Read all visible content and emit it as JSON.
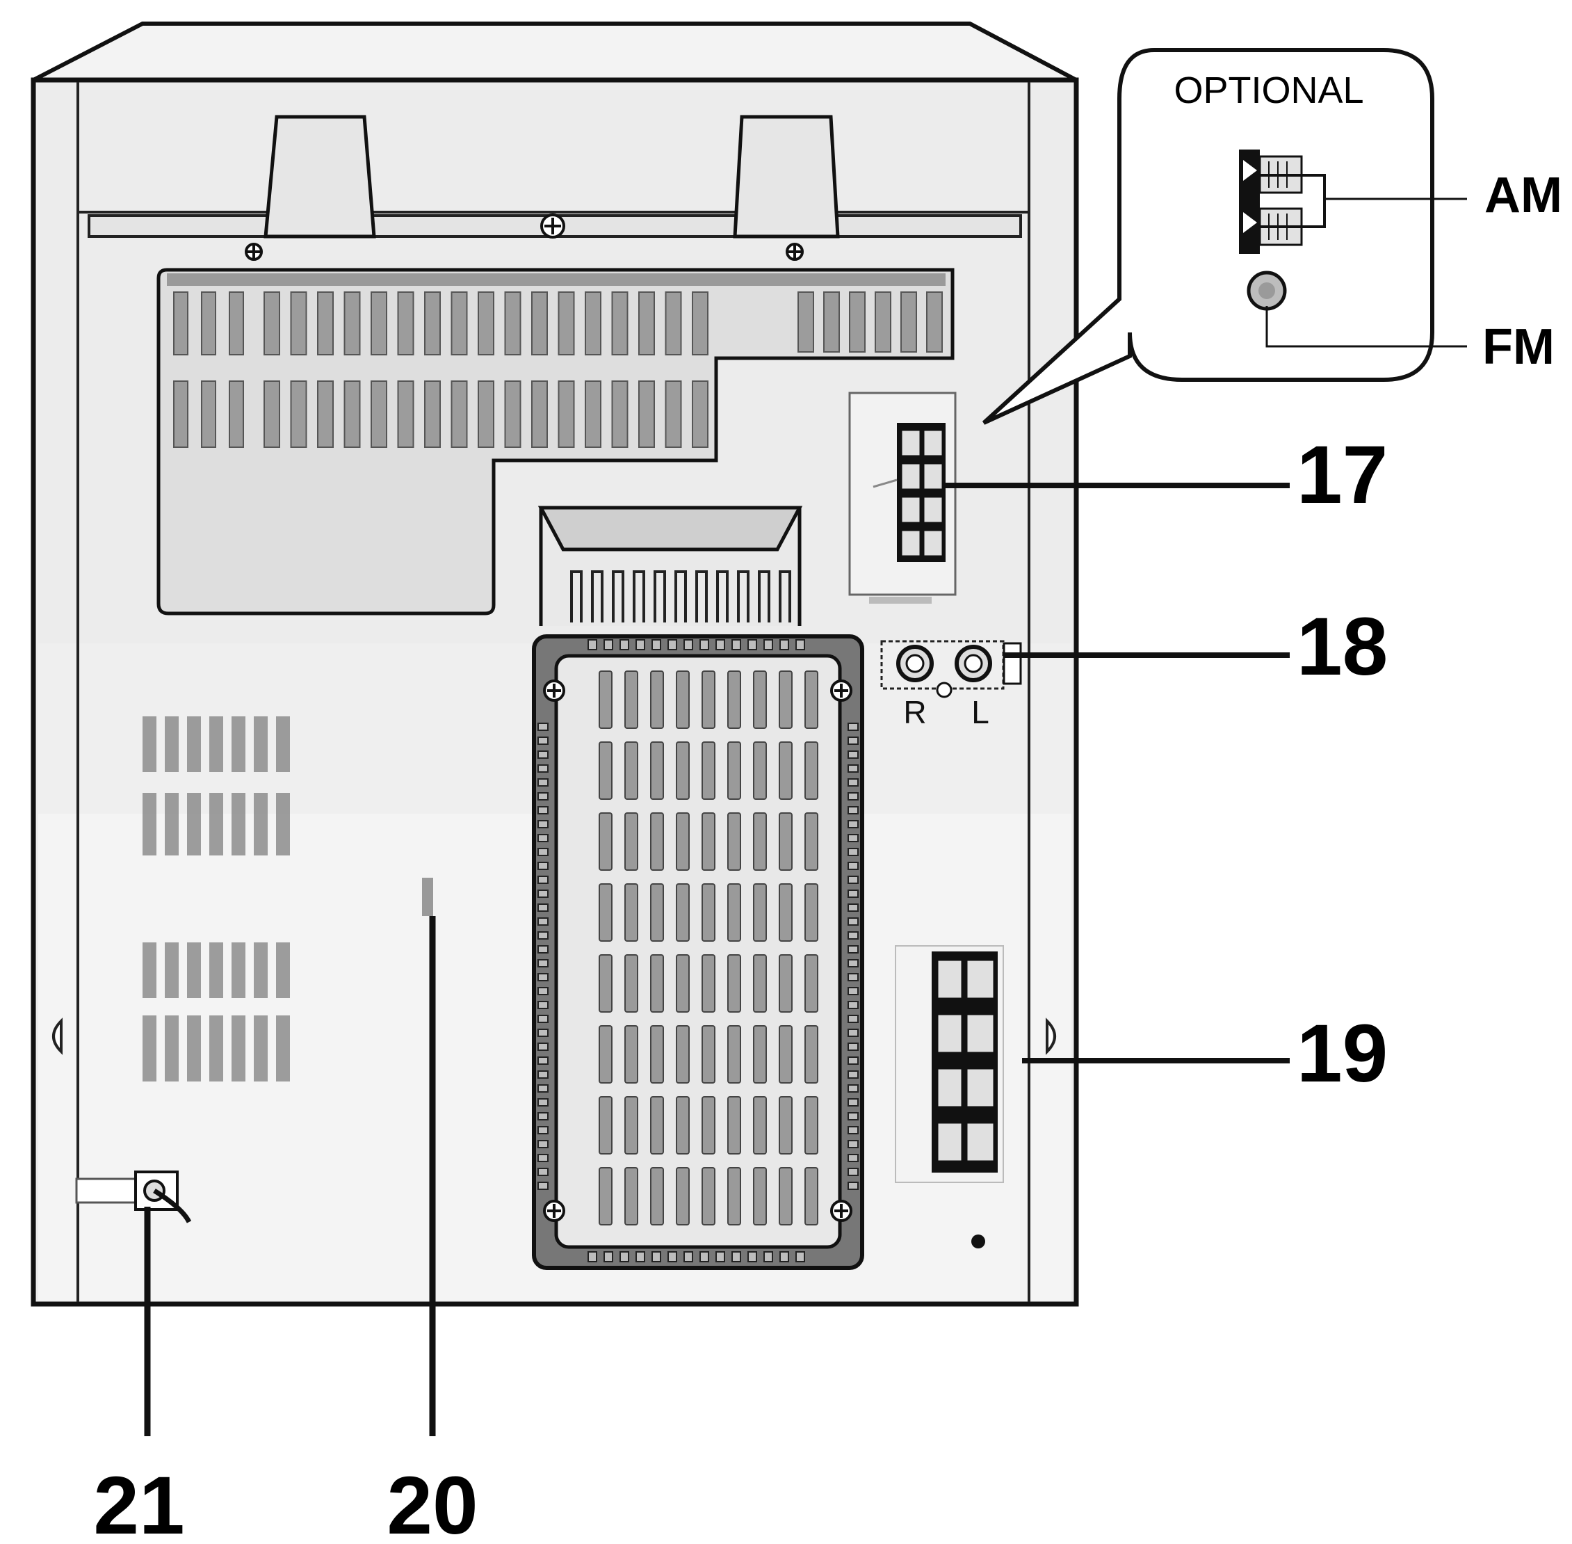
{
  "callouts": {
    "c17": "17",
    "c18": "18",
    "c19": "19",
    "c20": "20",
    "c21": "21"
  },
  "inset": {
    "title": "OPTIONAL",
    "am_label": "AM",
    "fm_label": "FM"
  },
  "jacks": {
    "right": "R",
    "left": "L"
  }
}
